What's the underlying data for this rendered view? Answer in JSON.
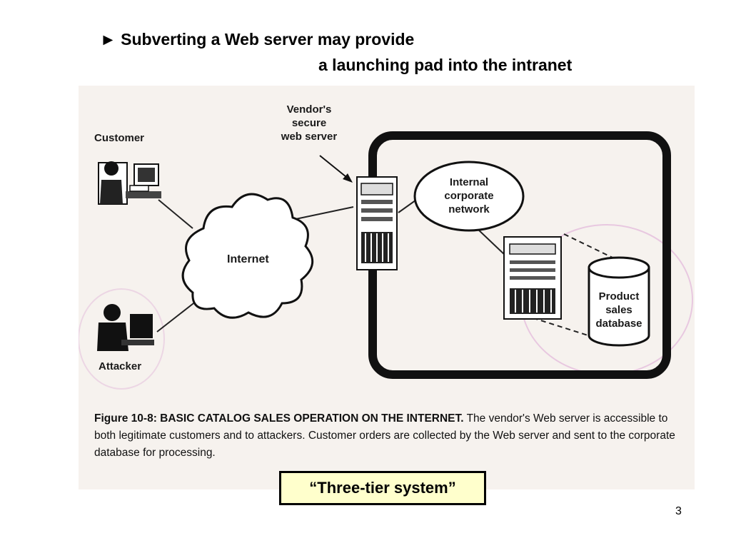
{
  "slide": {
    "bullet": "►",
    "title_line1": "Subverting a Web server may provide",
    "title_line2": "a launching pad into the intranet",
    "page_number": "3"
  },
  "figure": {
    "labels": {
      "customer": "Customer",
      "attacker": "Attacker",
      "internet": "Internet",
      "vendor_line1": "Vendor's",
      "vendor_line2": "secure",
      "vendor_line3": "web server",
      "internal_line1": "Internal",
      "internal_line2": "corporate",
      "internal_line3": "network",
      "db_line1": "Product",
      "db_line2": "sales",
      "db_line3": "database"
    },
    "caption_heading": "Figure 10-8: BASIC CATALOG SALES OPERATION ON THE INTERNET.",
    "caption_text": "The vendor's Web server is accessible to both legitimate customers and to attackers. Customer orders are collected by the Web server and sent to the corporate database for processing."
  },
  "callout": {
    "text": "“Three-tier system”",
    "background": "#ffffcc"
  }
}
